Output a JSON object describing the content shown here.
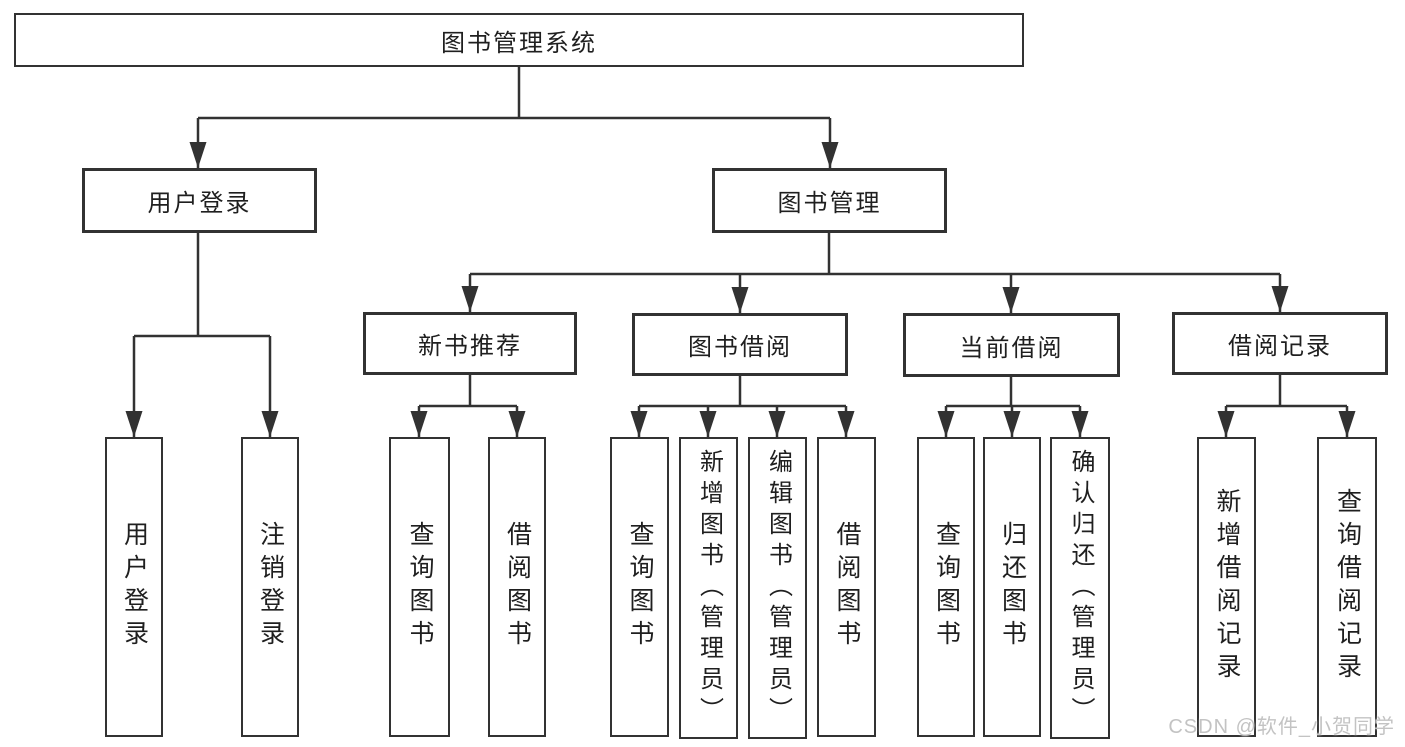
{
  "diagram": {
    "title": "图书管理系统",
    "type": "hierarchy-tree",
    "colors": {
      "line": "#323232",
      "box_border": "#323232",
      "text": "#1f1f1f",
      "watermark": "#c3c3c3",
      "background": "#ffffff"
    },
    "nodes": {
      "root": "图书管理系统",
      "user_login_branch": "用户登录",
      "book_mgmt_branch": "图书管理",
      "new_books_branch": "新书推荐",
      "book_borrow_branch": "图书借阅",
      "current_borrow_branch": "当前借阅",
      "borrow_records_branch": "借阅记录",
      "leaves": {
        "user_login": [
          "用户登录",
          "注销登录"
        ],
        "new_books": [
          "查询图书",
          "借阅图书"
        ],
        "book_borrow": [
          "查询图书",
          "新增图书（管理员）",
          "编辑图书（管理员）",
          "借阅图书"
        ],
        "current_borrow": [
          "查询图书",
          "归还图书",
          "确认归还（管理员）"
        ],
        "borrow_records": [
          "新增借阅记录",
          "查询借阅记录"
        ]
      }
    }
  },
  "watermark": {
    "text": "CSDN @软件_小贺同学"
  }
}
